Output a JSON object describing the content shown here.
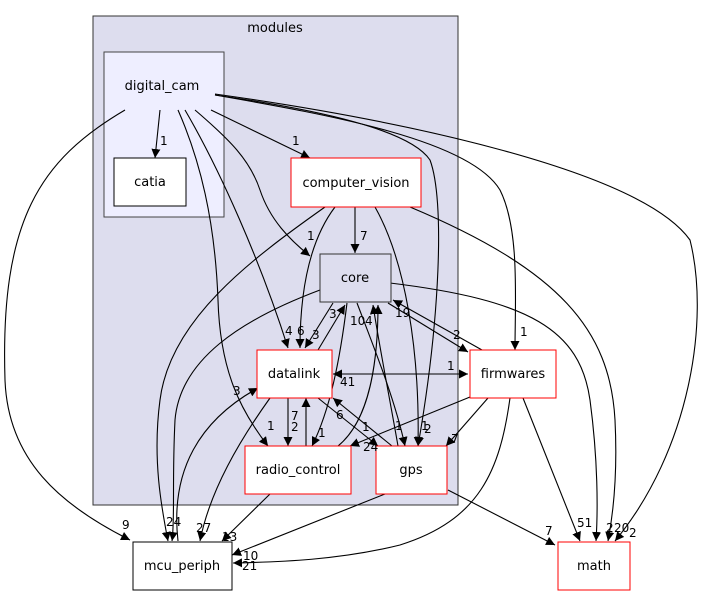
{
  "diagram": {
    "type": "directory-dependency-graph",
    "cluster": {
      "label": "modules",
      "fill": "#ddddee",
      "stroke": "#333333"
    },
    "subcluster": {
      "label": "digital_cam",
      "fill": "#eeeeff",
      "stroke": "#444444"
    },
    "nodes": [
      {
        "id": "catia",
        "label": "catia",
        "border": "#000000",
        "fill": "#ffffff"
      },
      {
        "id": "computer_vision",
        "label": "computer_vision",
        "border": "#ff0000",
        "fill": "#ffffff"
      },
      {
        "id": "core",
        "label": "core",
        "border": "#333333",
        "fill": "#ddddee"
      },
      {
        "id": "datalink",
        "label": "datalink",
        "border": "#ff0000",
        "fill": "#ffffff"
      },
      {
        "id": "radio_control",
        "label": "radio_control",
        "border": "#ff0000",
        "fill": "#ffffff"
      },
      {
        "id": "gps",
        "label": "gps",
        "border": "#ff0000",
        "fill": "#ffffff"
      },
      {
        "id": "firmwares",
        "label": "firmwares",
        "border": "#ff0000",
        "fill": "#ffffff"
      },
      {
        "id": "mcu_periph",
        "label": "mcu_periph",
        "border": "#000000",
        "fill": "#ffffff"
      },
      {
        "id": "math",
        "label": "math",
        "border": "#ff0000",
        "fill": "#ffffff"
      }
    ],
    "edges": [
      {
        "from": "digital_cam",
        "to": "catia",
        "label": "1"
      },
      {
        "from": "digital_cam",
        "to": "computer_vision",
        "label": "1"
      },
      {
        "from": "digital_cam",
        "to": "core",
        "label": "1"
      },
      {
        "from": "digital_cam",
        "to": "datalink",
        "label": "4"
      },
      {
        "from": "digital_cam",
        "to": "radio_control",
        "label": "1"
      },
      {
        "from": "digital_cam",
        "to": "gps",
        "label": "1"
      },
      {
        "from": "digital_cam",
        "to": "firmwares",
        "label": "1"
      },
      {
        "from": "digital_cam",
        "to": "mcu_periph",
        "label": "9"
      },
      {
        "from": "digital_cam",
        "to": "math",
        "label": "2"
      },
      {
        "from": "computer_vision",
        "to": "core",
        "label": "7"
      },
      {
        "from": "computer_vision",
        "to": "datalink",
        "label": "6"
      },
      {
        "from": "computer_vision",
        "to": "gps",
        "label": "2"
      },
      {
        "from": "computer_vision",
        "to": "mcu_periph",
        "label": "24"
      },
      {
        "from": "computer_vision",
        "to": "math",
        "label": "20"
      },
      {
        "from": "core",
        "to": "datalink",
        "label": "3"
      },
      {
        "from": "core",
        "to": "firmwares",
        "label": "2"
      },
      {
        "from": "core",
        "to": "gps",
        "label": "1"
      },
      {
        "from": "core",
        "to": "mcu_periph",
        "label": "24"
      },
      {
        "from": "core",
        "to": "math",
        "label": "2"
      },
      {
        "from": "datalink",
        "to": "core",
        "label": "3"
      },
      {
        "from": "datalink",
        "to": "radio_control",
        "label": "2"
      },
      {
        "from": "datalink",
        "to": "gps",
        "label": "1"
      },
      {
        "from": "datalink",
        "to": "firmwares",
        "label": "1"
      },
      {
        "from": "datalink",
        "to": "mcu_periph",
        "label": "27"
      },
      {
        "from": "radio_control",
        "to": "datalink",
        "label": "7"
      },
      {
        "from": "radio_control",
        "to": "core",
        "label": "10"
      },
      {
        "from": "radio_control",
        "to": "mcu_periph",
        "label": "13"
      },
      {
        "from": "gps",
        "to": "core",
        "label": "4"
      },
      {
        "from": "gps",
        "to": "datalink",
        "label": "6"
      },
      {
        "from": "gps",
        "to": "mcu_periph",
        "label": "10"
      },
      {
        "from": "gps",
        "to": "math",
        "label": "7"
      },
      {
        "from": "firmwares",
        "to": "core",
        "label": "19"
      },
      {
        "from": "firmwares",
        "to": "datalink",
        "label": "41"
      },
      {
        "from": "firmwares",
        "to": "radio_control",
        "label": "24"
      },
      {
        "from": "firmwares",
        "to": "gps",
        "label": "7"
      },
      {
        "from": "firmwares",
        "to": "mcu_periph",
        "label": "21"
      },
      {
        "from": "firmwares",
        "to": "math",
        "label": "51"
      },
      {
        "from": "mcu_periph",
        "to": "datalink",
        "label": "3"
      },
      {
        "from": "mcu_periph",
        "to": "radio_control",
        "label": "1"
      }
    ]
  }
}
